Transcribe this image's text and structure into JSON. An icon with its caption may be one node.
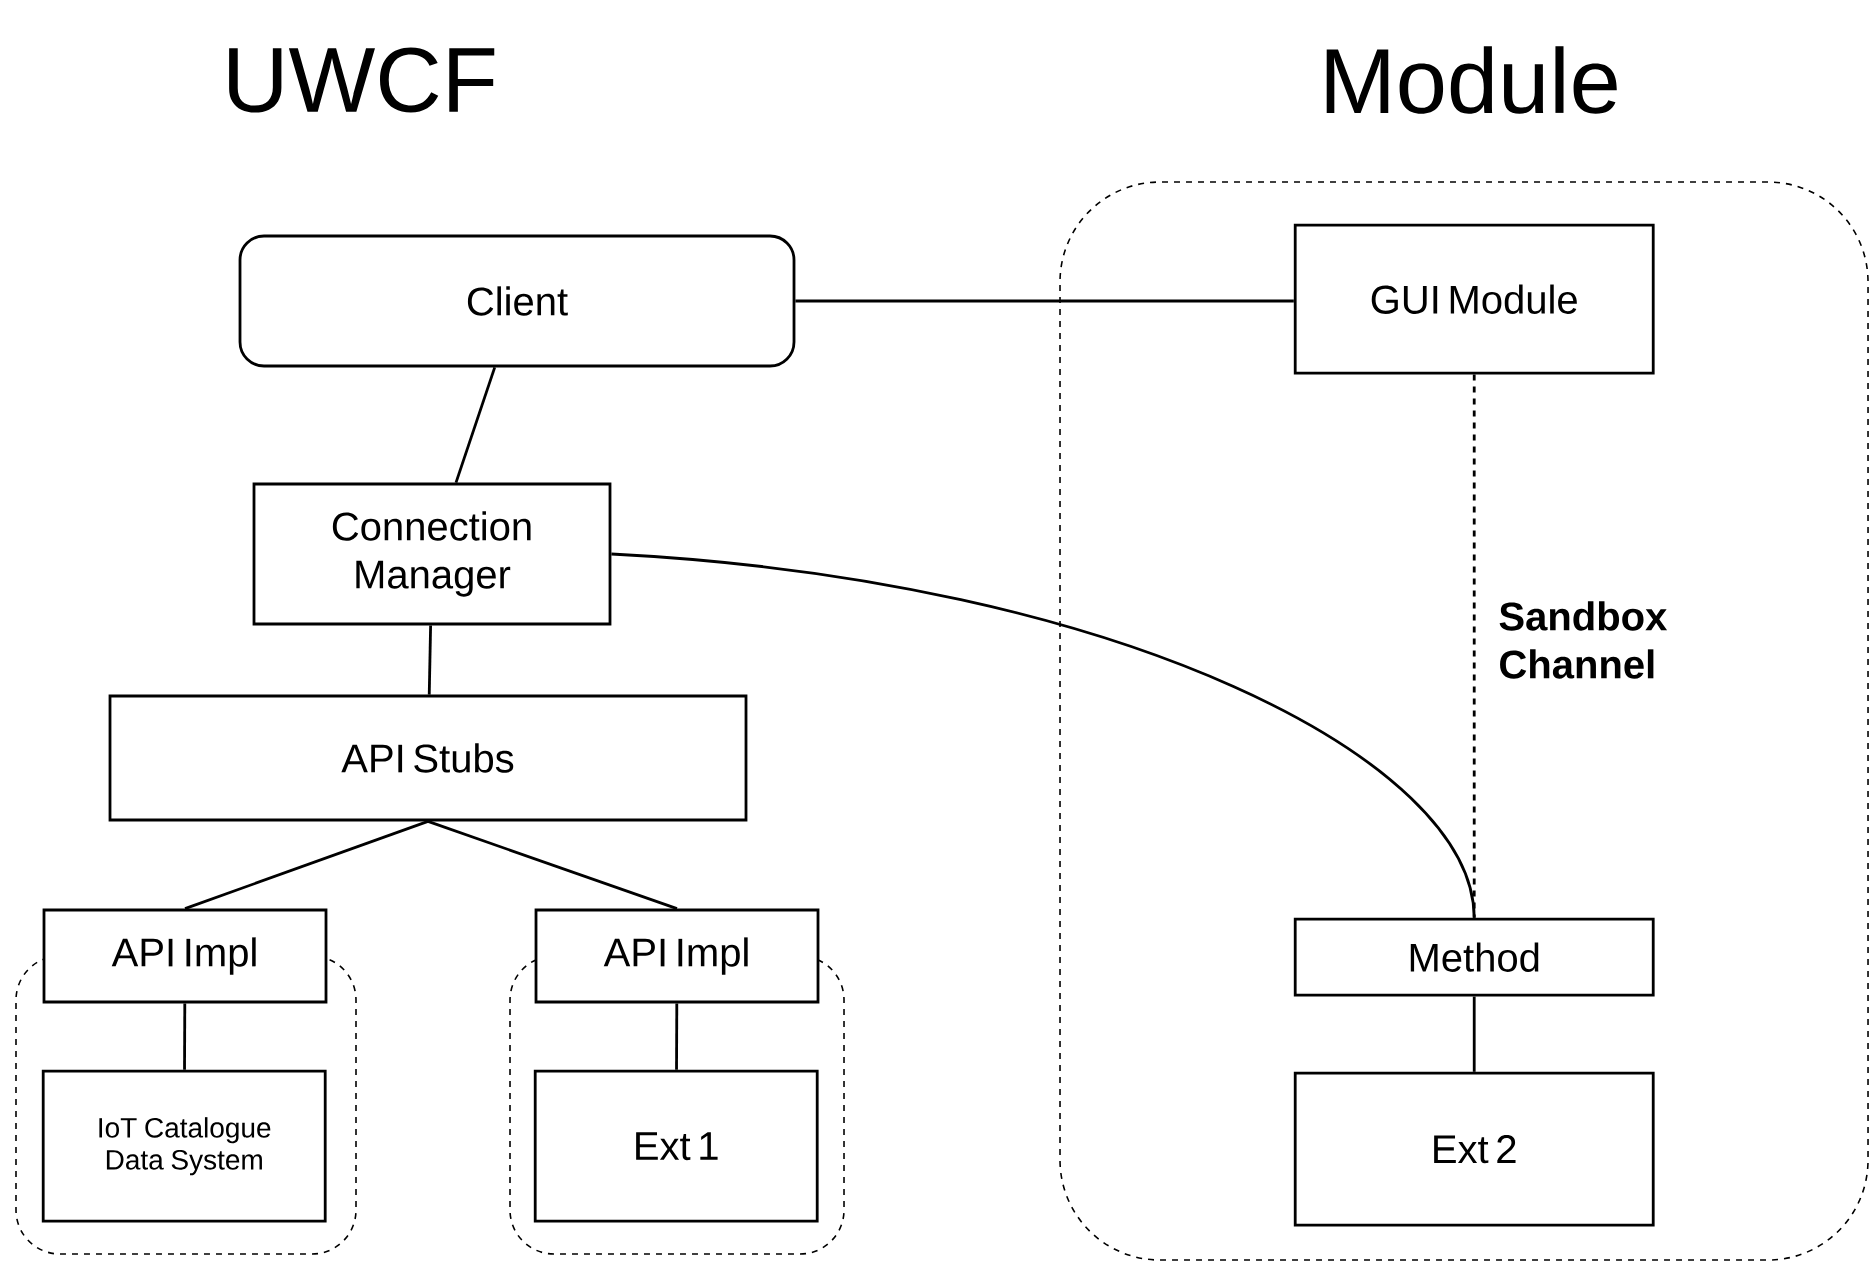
{
  "diagram": {
    "nodes": [
      {
        "text": [
          "Client"
        ]
      },
      {
        "text": [
          "Connection Manager"
        ]
      },
      {
        "text": [
          "API Stubs"
        ]
      },
      {
        "text": [
          "API Impl"
        ]
      },
      {
        "text": [
          "API Impl"
        ]
      },
      {
        "text": [],
        "shape": "box"
      },
      {
        "text": [
          "IoT Catalogue Data System"
        ],
        "in": 5
      },
      {
        "text": [],
        "shape": "box"
      },
      {
        "text": [
          "Ext 1"
        ],
        "in": 7
      },
      {
        "text": [
          "Module"
        ]
      },
      {
        "text": [
          "GUI Module"
        ],
        "in": 9
      },
      {
        "text": [
          "Method"
        ],
        "in": 9
      },
      {
        "text": [
          "Ext 2"
        ],
        "in": 9
      }
    ],
    "edges": [
      {
        "from": 0,
        "to": 10,
        "arrow": "none"
      },
      {
        "from": 0,
        "to": 1,
        "arrow": "none"
      },
      {
        "from": 1,
        "to": 2,
        "arrow": "none"
      },
      {
        "from": 2,
        "to": 3,
        "arrow": "none"
      },
      {
        "from": 2,
        "to": 4,
        "arrow": "none"
      },
      {
        "from": 3,
        "to": 6,
        "arrow": "none"
      },
      {
        "from": 4,
        "to": 8,
        "arrow": "none"
      },
      {
        "from": 1,
        "to": 11,
        "arrow": "none"
      },
      {
        "from": 10,
        "to": 11,
        "arrow": "none",
        "style": "dashed",
        "label": "Sandbox Channel"
      },
      {
        "from": 11,
        "to": 12,
        "arrow": "none"
      }
    ],
    "labels": [
      "UWCF"
    ]
  }
}
